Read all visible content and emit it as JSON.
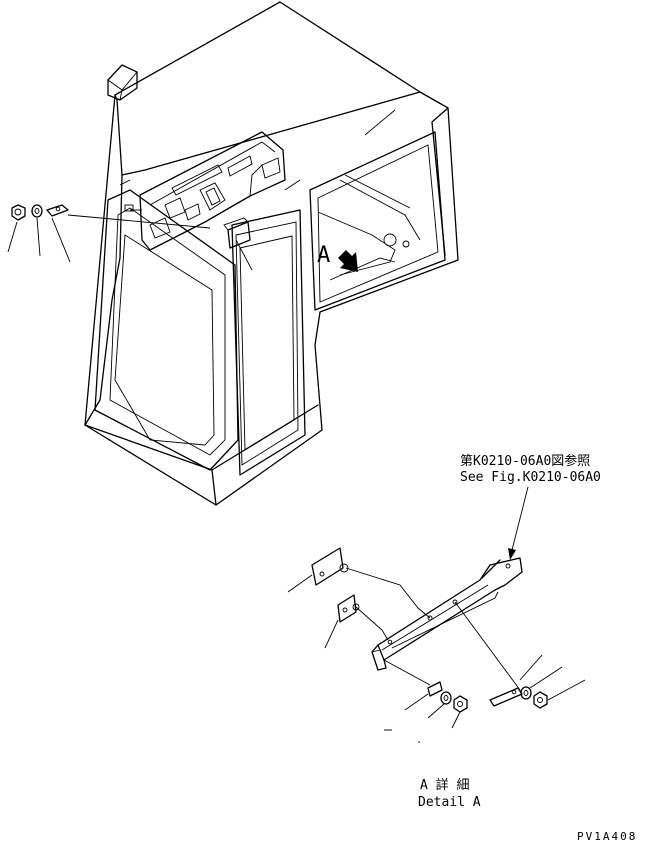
{
  "labels": {
    "callout_jp": "第K0210-06A0図参照",
    "callout_en": "See Fig.K0210-06A0",
    "view_marker": "A",
    "detail_jp": "A 詳 細",
    "detail_en": "Detail A",
    "drawing_code": "PV1A408"
  }
}
